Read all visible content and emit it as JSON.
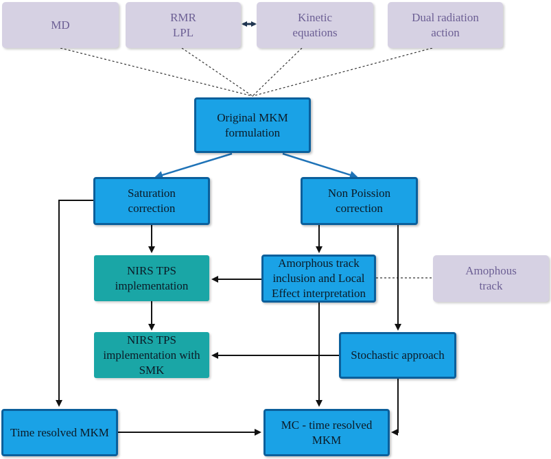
{
  "nodes": {
    "md": "MD",
    "rmr_lpl": "RMR\nLPL",
    "kinetic": "Kinetic\nequations",
    "dual": "Dual radiation\naction",
    "original_mkm": "Original MKM\nformulation",
    "saturation": "Saturation\ncorrection",
    "non_poisson": "Non Poission\ncorrection",
    "nirs_tps": "NIRS TPS\nimplementation",
    "amorphous_inclusion": "Amorphous track\ninclusion and Local\nEffect interpretation",
    "amophous_track": "Amophous\ntrack",
    "nirs_tps_smk": "NIRS TPS\nimplementation with\nSMK",
    "stochastic": "Stochastic approach",
    "time_resolved": "Time resolved MKM",
    "mc_time_resolved": "MC - time resolved\nMKM"
  },
  "colors": {
    "lavender_fill": "#d6d1e3",
    "lavender_text": "#6c5f94",
    "blue_fill": "#1aa2e6",
    "blue_border": "#0b5f9b",
    "teal_fill": "#1aa6a6",
    "connector": "#111111",
    "blue_arrow": "#1f73b7",
    "double_arrow": "#1f3550"
  }
}
